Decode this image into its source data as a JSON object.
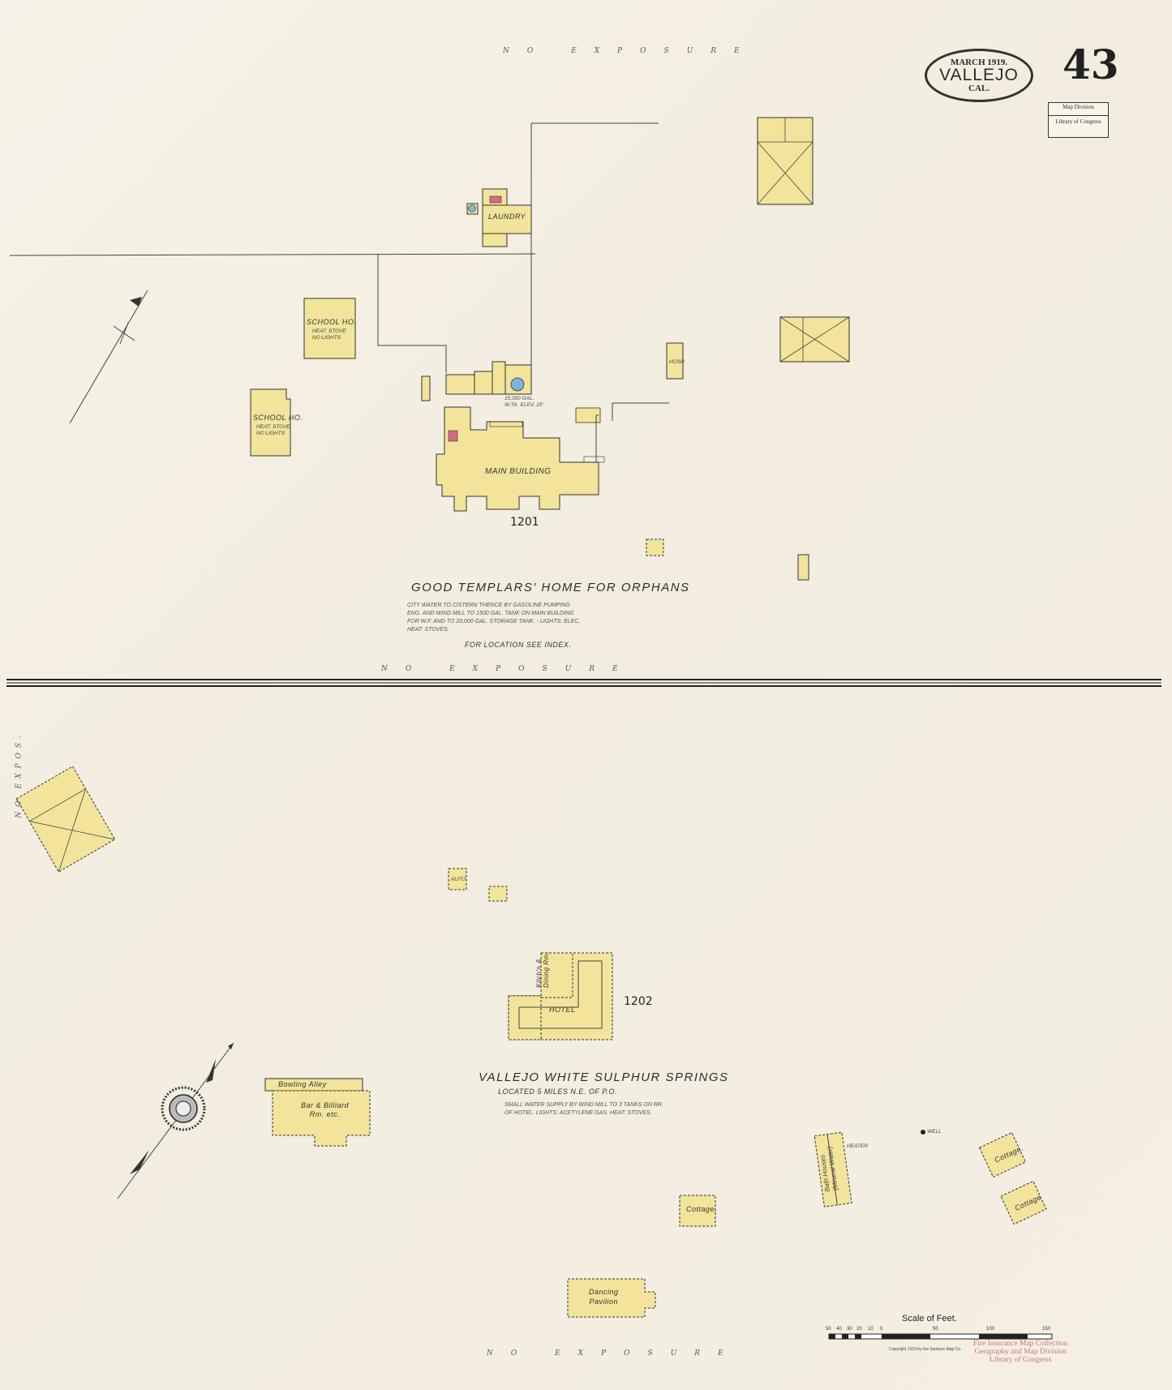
{
  "header": {
    "date": "MARCH 1919.",
    "city": "VALLEJO",
    "state": "CAL.",
    "sheet_number": "43",
    "stamp_line1": "Map Division",
    "stamp_line2": "Library of Congress"
  },
  "exposure_label": "NO EXPOSURE",
  "exposure_label_side": "NO EXPOS.",
  "top_section": {
    "block_number": "1201",
    "title": "GOOD TEMPLARS' HOME FOR ORPHANS",
    "notes": "CITY WATER TO CISTERN THENCE BY GASOLINE PUMPING\nENG. AND WIND MILL TO 1500 GAL. TANK ON MAIN BUILDING\nFOR W.F. AND TO 20,000 GAL. STORAGE TANK. - LIGHTS: ELEC.\nHEAT: STOVES.",
    "location_note": "FOR LOCATION SEE INDEX.",
    "labels": {
      "main_building": "MAIN BUILDING",
      "laundry": "LAUNDRY",
      "school_house_1": "SCHOOL HO.",
      "school_house_1_note": "HEAT: STOVE\nNO LIGHTS",
      "school_house_2": "SCHOOL HO.",
      "school_house_2_note": "HEAT: STOVE\nNO LIGHTS",
      "tank_note": "15,000 GAL.\nW.TK. ELEV. 25'",
      "hosp": "HOSP."
    }
  },
  "bottom_section": {
    "block_number": "1202",
    "title": "VALLEJO WHITE SULPHUR SPRINGS",
    "subtitle": "LOCATED 5 MILES N.E. OF P.O.",
    "notes": "SMALL WATER SUPPLY BY WIND MILL TO 3 TANKS ON RR.\nOF HOTEL. LIGHTS: ACETYLENE GAS. HEAT: STOVES.",
    "labels": {
      "hotel": "HOTEL",
      "kitchen": "Kitch'n &\nDining Rm.",
      "bowling": "Bowling Alley",
      "bar": "Bar & Billiard\nRm. etc.",
      "cottage_c": "Cottage.",
      "cottage_f": "Cottage.",
      "cottage_g": "Cottage",
      "bath_houses": "Bath Houses\n(Mineral Water)",
      "dancing": "Dancing\nPavilion",
      "auto": "AUTO.",
      "heater": "HEATER",
      "well": "WELL"
    }
  },
  "scale": {
    "title": "Scale of Feet.",
    "ticks": [
      "50",
      "40",
      "30",
      "20",
      "10",
      "0",
      "50",
      "100",
      "150"
    ]
  },
  "copyright": "Copyright 1919 by the Sanborn Map Co.",
  "collection_stamp": [
    "Fire Insurance Map Collection",
    "Geography and Map Division",
    "Library of Congress"
  ],
  "colors": {
    "building_fill": "#f2e49a",
    "paper": "#f3efe4",
    "brick": "#d66b7f",
    "water": "#7ab7d6"
  }
}
